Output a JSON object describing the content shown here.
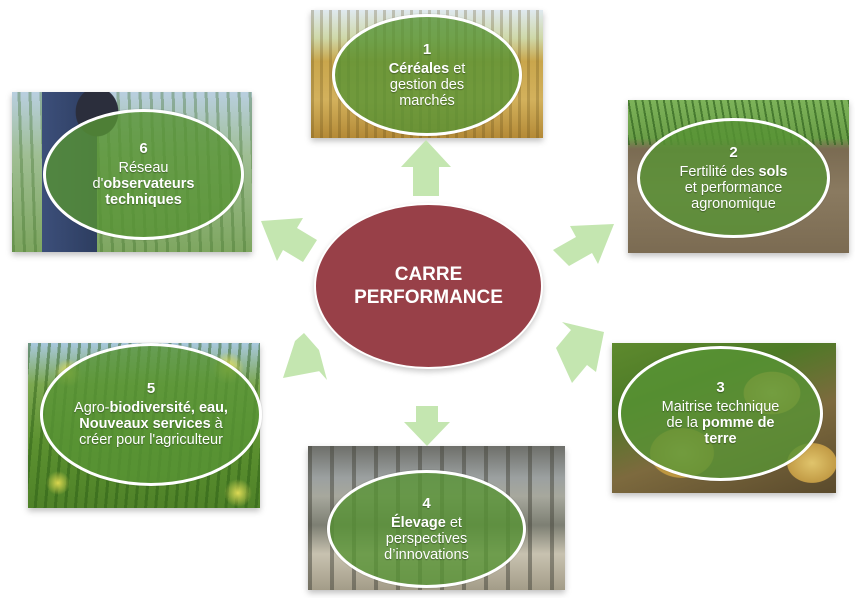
{
  "center": {
    "title": "CARRE\nPERFORMANCE"
  },
  "topics": [
    {
      "number": "1",
      "parts": [
        {
          "text": "Céréales",
          "bold": true
        },
        {
          "text": " et gestion des marchés",
          "bold": false
        }
      ]
    },
    {
      "number": "2",
      "parts": [
        {
          "text": "Fertilité des ",
          "bold": false
        },
        {
          "text": "sols",
          "bold": true
        },
        {
          "text": " et performance agronomique",
          "bold": false
        }
      ]
    },
    {
      "number": "3",
      "parts": [
        {
          "text": "Maitrise technique de la ",
          "bold": false
        },
        {
          "text": "pomme de terre",
          "bold": true
        }
      ]
    },
    {
      "number": "4",
      "parts": [
        {
          "text": "Élevage",
          "bold": true
        },
        {
          "text": " et perspectives d’innovations",
          "bold": false
        }
      ]
    },
    {
      "number": "5",
      "parts": [
        {
          "text": "Agro-",
          "bold": false
        },
        {
          "text": "biodiversité, eau, Nouveaux services",
          "bold": true
        },
        {
          "text": " à créer pour l'agriculteur",
          "bold": false
        }
      ]
    },
    {
      "number": "6",
      "parts": [
        {
          "text": "Réseau d'",
          "bold": false
        },
        {
          "text": "observateurs techniques",
          "bold": true
        }
      ]
    }
  ],
  "colors": {
    "center": "#984048",
    "oval_fill": "#589434",
    "arrow": "#c4e6b0"
  }
}
